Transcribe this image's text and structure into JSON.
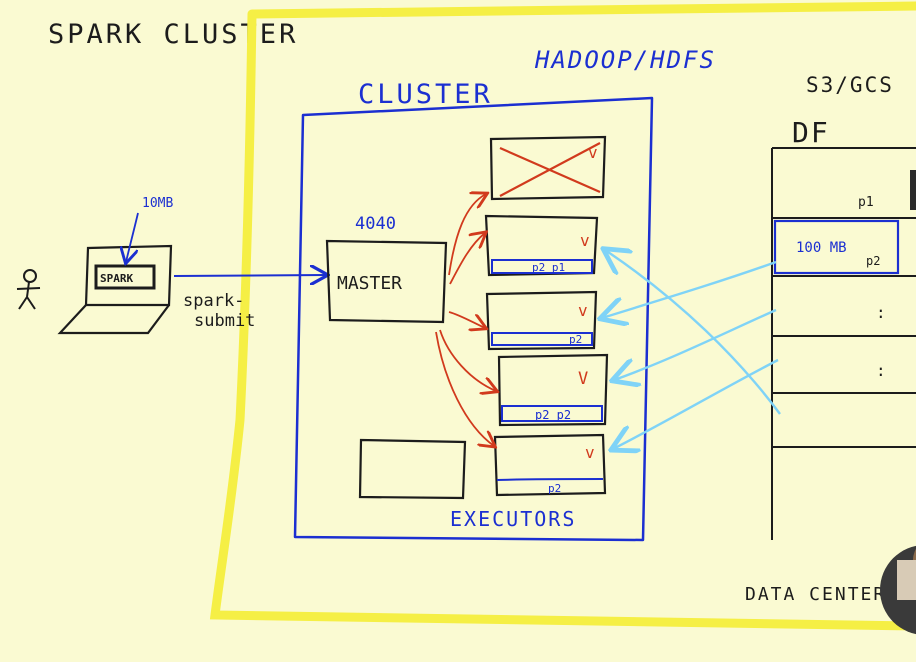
{
  "title": "SPARK CLUSTER",
  "storage": {
    "hadoop": "HADOOP/HDFS",
    "s3": "S3/GCS",
    "dataframe": "DF",
    "partition_p1": "p1",
    "highlight_size": "100 MB",
    "highlight_part": "p2",
    "dots": ":"
  },
  "cluster": {
    "label": "CLUSTER",
    "port": "4040",
    "master": "MASTER",
    "executors": "EXECUTORS"
  },
  "laptop": {
    "size": "10MB",
    "app": "SPARK",
    "command_line1": "spark-",
    "command_line2": "submit"
  },
  "executors": [
    {
      "mark": "",
      "parts": ""
    },
    {
      "mark": "v",
      "parts": "p2 p1"
    },
    {
      "mark": "v",
      "parts": "p2"
    },
    {
      "mark": "V",
      "parts": "p2 p2"
    },
    {
      "mark": "v",
      "parts": "p2"
    }
  ],
  "datacenter": "DATA CENTER",
  "colors": {
    "background": "#fafad2",
    "yellow": "#f5ef45",
    "blue": "#1b2fd1",
    "red": "#d13a1d",
    "lightblue": "#7fd3f7",
    "ink": "#1c1c1c"
  }
}
